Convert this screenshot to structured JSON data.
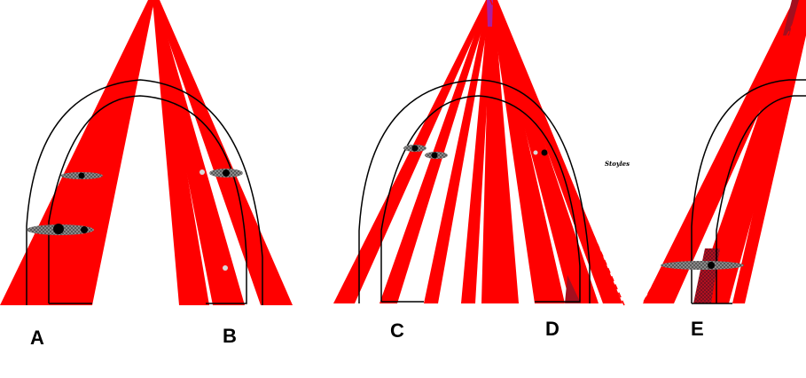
{
  "labels": {
    "a": "A",
    "b": "B",
    "c": "C",
    "d": "D",
    "e": "E"
  },
  "signature": "Stoyles",
  "colors": {
    "beam": "#ff0000",
    "overlap": "#a30f1f",
    "apex": "#8a2be2",
    "arch": "#000000",
    "spot": "#7a7a7a",
    "background": "#ffffff"
  }
}
